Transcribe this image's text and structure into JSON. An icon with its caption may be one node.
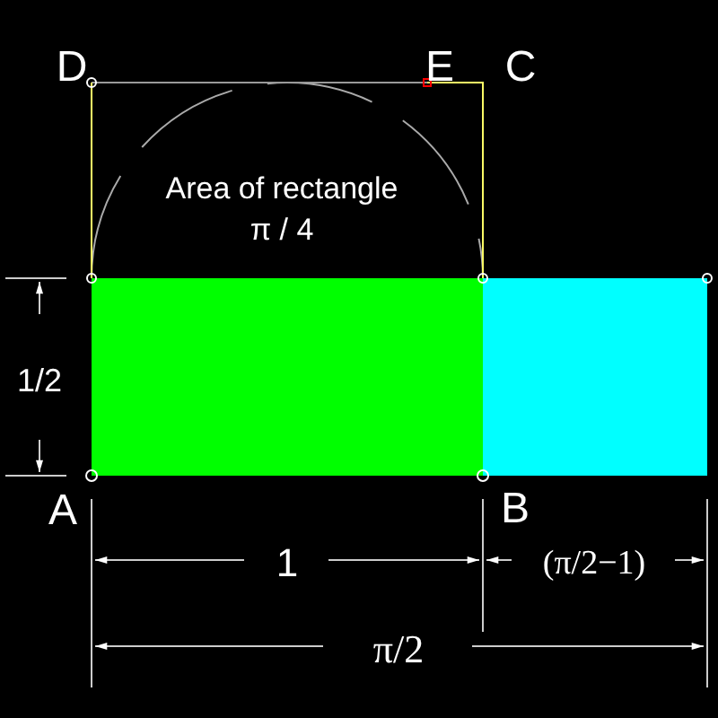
{
  "diagram": {
    "labels": [
      "D",
      "E",
      "C",
      "Area of rectangle",
      "π / 4",
      "1/2",
      "A",
      "B",
      "1",
      "(π/2−1)",
      "π/2"
    ]
  }
}
